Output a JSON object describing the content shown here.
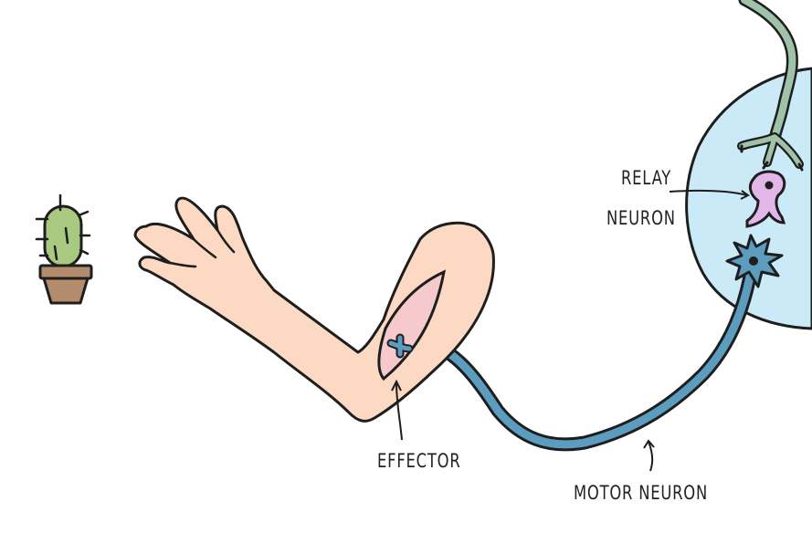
{
  "labels": {
    "relay_line1": "RELAY",
    "relay_line2": "NEURON",
    "effector": "EFFECTOR",
    "motor": "MOTOR NEURON"
  },
  "colors": {
    "outline": "#1e1e1e",
    "skin": "#fbd9c2",
    "muscle": "#f6c9cd",
    "muscle_dot": "#f2a8b5",
    "motor_neuron": "#5b9cbf",
    "spinal_cord": "#cbeaf7",
    "sensory_neuron": "#9fc2a8",
    "relay_neuron": "#e3b6ea",
    "cactus": "#a8c97f",
    "pot": "#b28c6c"
  },
  "icons": [
    "cactus-icon",
    "hand-icon",
    "neuron-icon"
  ]
}
